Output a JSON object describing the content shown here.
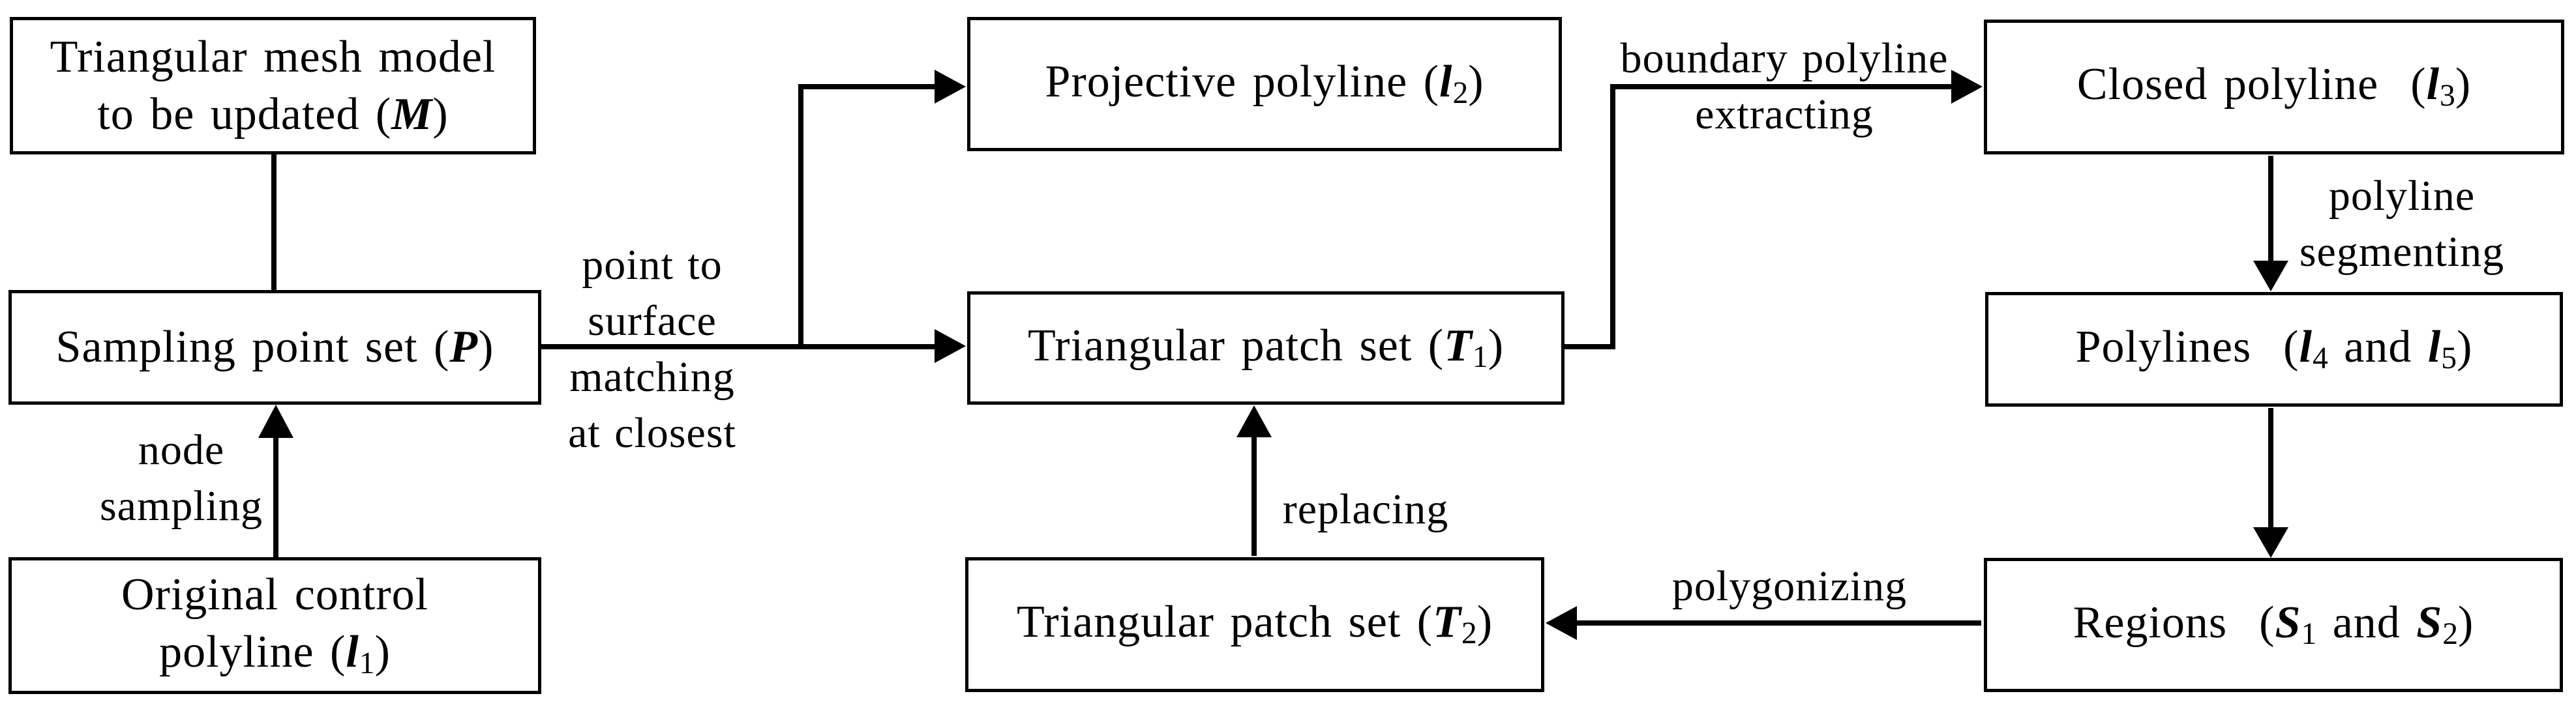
{
  "figure": {
    "background": "#ffffff",
    "ink": "#000000",
    "boxes": {
      "mesh_model": [
        [
          {
            "t": "Triangular mesh model"
          }
        ],
        [
          {
            "t": "to be updated ("
          },
          {
            "t": "M",
            "s": "bi"
          },
          {
            "t": ")"
          }
        ]
      ],
      "sampling_points": [
        [
          {
            "t": "Sampling point set ("
          },
          {
            "t": "P",
            "s": "bi"
          },
          {
            "t": ")"
          }
        ]
      ],
      "original_polyline": [
        [
          {
            "t": "Original control"
          }
        ],
        [
          {
            "t": "polyline ("
          },
          {
            "t": "l",
            "s": "bi"
          },
          {
            "t": "1",
            "s": "sub"
          },
          {
            "t": ")"
          }
        ]
      ],
      "projective_polyline": [
        [
          {
            "t": "Projective polyline ("
          },
          {
            "t": "l",
            "s": "bi"
          },
          {
            "t": "2",
            "s": "sub"
          },
          {
            "t": ")"
          }
        ]
      ],
      "patch_set_1": [
        [
          {
            "t": "Triangular patch set ("
          },
          {
            "t": "T",
            "s": "bi"
          },
          {
            "t": "1",
            "s": "sub"
          },
          {
            "t": ")"
          }
        ]
      ],
      "patch_set_2": [
        [
          {
            "t": "Triangular patch set ("
          },
          {
            "t": "T",
            "s": "bi"
          },
          {
            "t": "2",
            "s": "sub"
          },
          {
            "t": ")"
          }
        ]
      ],
      "closed_polyline": [
        [
          {
            "t": "Closed polyline  ("
          },
          {
            "t": "l",
            "s": "bi"
          },
          {
            "t": "3",
            "s": "sub"
          },
          {
            "t": ")"
          }
        ]
      ],
      "polylines": [
        [
          {
            "t": "Polylines  ("
          },
          {
            "t": "l",
            "s": "bi"
          },
          {
            "t": "4",
            "s": "sub"
          },
          {
            "t": " and "
          },
          {
            "t": "l",
            "s": "bi"
          },
          {
            "t": "5",
            "s": "sub"
          },
          {
            "t": ")"
          }
        ]
      ],
      "regions": [
        [
          {
            "t": "Regions  ("
          },
          {
            "t": "S",
            "s": "bi"
          },
          {
            "t": "1",
            "s": "sub"
          },
          {
            "t": " and "
          },
          {
            "t": "S",
            "s": "bi"
          },
          {
            "t": "2",
            "s": "sub"
          },
          {
            "t": ")"
          }
        ]
      ]
    },
    "edge_labels": {
      "node_sampling": [
        [
          {
            "t": "node"
          }
        ],
        [
          {
            "t": "sampling"
          }
        ]
      ],
      "point_to_surface": [
        [
          {
            "t": "point to"
          }
        ],
        [
          {
            "t": "surface"
          }
        ],
        [
          {
            "t": "matching"
          }
        ],
        [
          {
            "t": "at closest"
          }
        ]
      ],
      "boundary_extracting": [
        [
          {
            "t": "boundary polyline"
          }
        ],
        [
          {
            "t": "extracting"
          }
        ]
      ],
      "polyline_segmenting": [
        [
          {
            "t": "polyline"
          }
        ],
        [
          {
            "t": "segmenting"
          }
        ]
      ],
      "polygonizing": [
        [
          {
            "t": "polygonizing"
          }
        ]
      ],
      "replacing": [
        [
          {
            "t": "replacing"
          }
        ]
      ]
    }
  }
}
